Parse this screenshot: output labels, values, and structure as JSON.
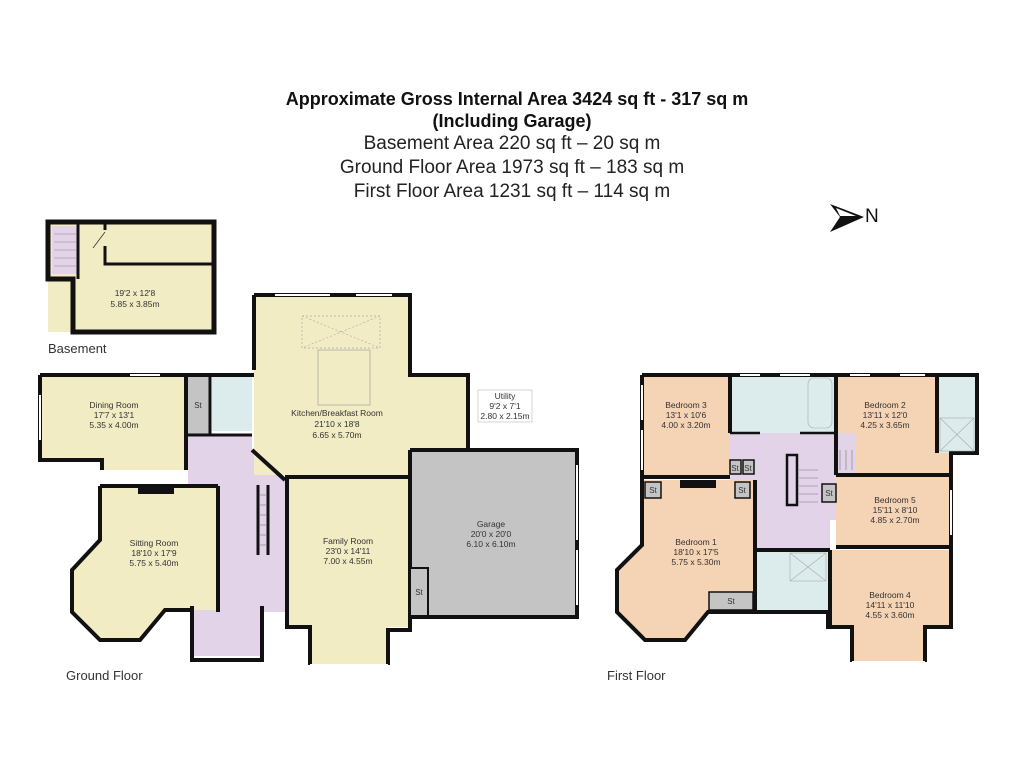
{
  "header": {
    "title_line1": "Approximate Gross Internal Area 3424 sq ft - 317 sq m",
    "title_line2": "(Including Garage)",
    "basement_area": "Basement Area 220 sq ft – 20 sq m",
    "ground_area": "Ground Floor Area 1973 sq ft – 183 sq m",
    "first_area": "First Floor Area 1231 sq ft – 114 sq m"
  },
  "compass": {
    "icon": "north-arrow-icon",
    "label": "N"
  },
  "colors": {
    "living": "#f1ecc3",
    "bedroom": "#f5d3b5",
    "bathroom": "#dcecec",
    "hall": "#e3d3e8",
    "storage": "#c4c4c4",
    "garage": "#c4c4c4",
    "wall": "#111111"
  },
  "floors": {
    "basement": {
      "label": "Basement",
      "rooms": [
        {
          "name": "",
          "imperial": "19'2 x 12'8",
          "metric": "5.85 x 3.85m"
        }
      ]
    },
    "ground": {
      "label": "Ground Floor",
      "rooms": [
        {
          "name": "Dining Room",
          "imperial": "17'7 x 13'1",
          "metric": "5.35 x 4.00m"
        },
        {
          "name": "Kitchen/Breakfast Room",
          "imperial": "21'10 x 18'8",
          "metric": "6.65 x 5.70m"
        },
        {
          "name": "Utility",
          "imperial": "9'2 x 7'1",
          "metric": "2.80 x 2.15m"
        },
        {
          "name": "Sitting Room",
          "imperial": "18'10 x 17'9",
          "metric": "5.75 x 5.40m"
        },
        {
          "name": "Family Room",
          "imperial": "23'0 x 14'11",
          "metric": "7.00 x 4.55m"
        },
        {
          "name": "Garage",
          "imperial": "20'0 x 20'0",
          "metric": "6.10 x 6.10m"
        }
      ],
      "storage_label": "St"
    },
    "first": {
      "label": "First Floor",
      "rooms": [
        {
          "name": "Bedroom 3",
          "imperial": "13'1 x 10'6",
          "metric": "4.00 x 3.20m"
        },
        {
          "name": "Bedroom 2",
          "imperial": "13'11 x 12'0",
          "metric": "4.25 x 3.65m"
        },
        {
          "name": "Bedroom 5",
          "imperial": "15'11 x 8'10",
          "metric": "4.85 x 2.70m"
        },
        {
          "name": "Bedroom 1",
          "imperial": "18'10 x 17'5",
          "metric": "5.75 x 5.30m"
        },
        {
          "name": "Bedroom 4",
          "imperial": "14'11 x 11'10",
          "metric": "4.55 x 3.60m"
        }
      ],
      "storage_label": "St"
    }
  }
}
